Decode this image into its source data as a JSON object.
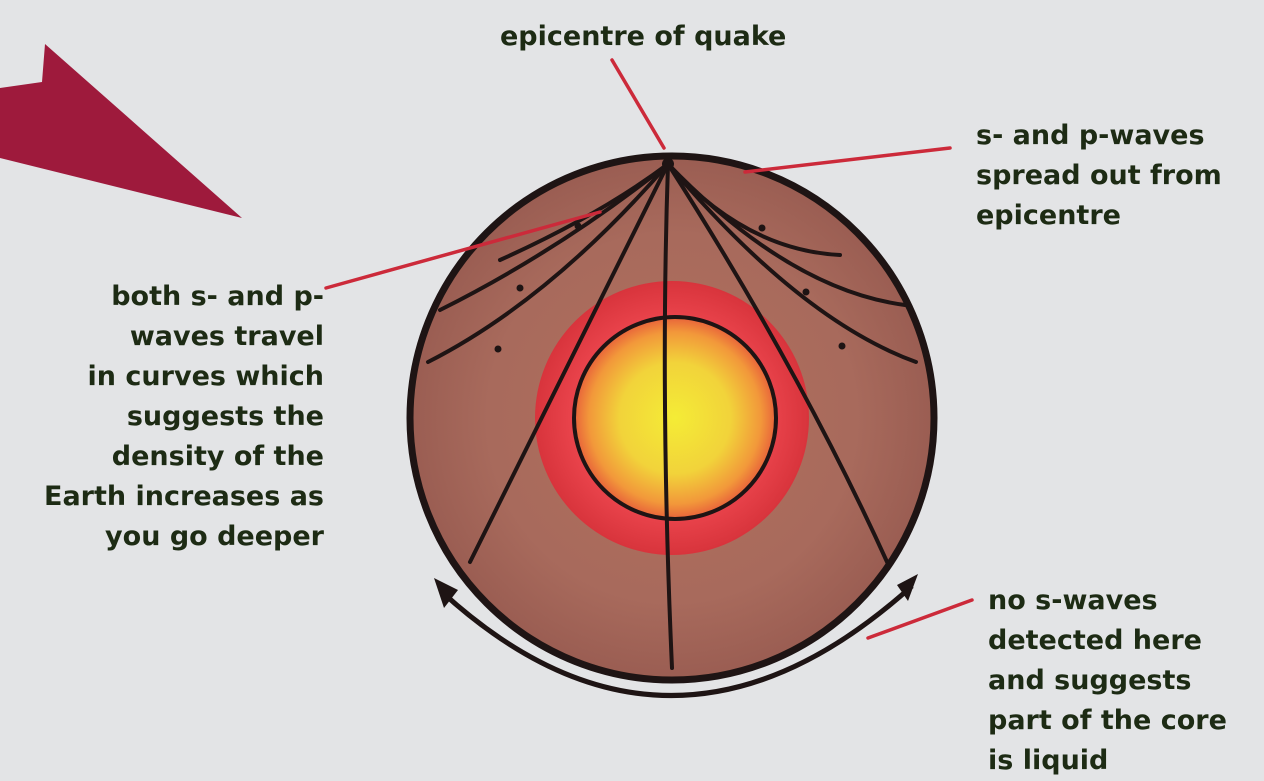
{
  "labels": {
    "epicentre": [
      "epicentre of quake"
    ],
    "spread": [
      "s- and p-waves",
      "spread out from",
      "epicentre"
    ],
    "curves": [
      "both s- and p-",
      "waves travel",
      "in curves which",
      "suggests the",
      "density of the",
      "Earth increases as",
      "you go deeper"
    ],
    "no_s_waves": [
      "no s-waves",
      "detected here",
      "and suggests",
      "part of the core",
      "is liquid"
    ]
  },
  "colors": {
    "background": "#e3e4e6",
    "arrow": "#9e1a3c",
    "mantle": "#a86a5c",
    "outer_core": "#e8424a",
    "inner_core": "#f2e43a",
    "outline": "#1e1414",
    "pointer": "#cc2a3a",
    "text": "#1d2b14"
  }
}
